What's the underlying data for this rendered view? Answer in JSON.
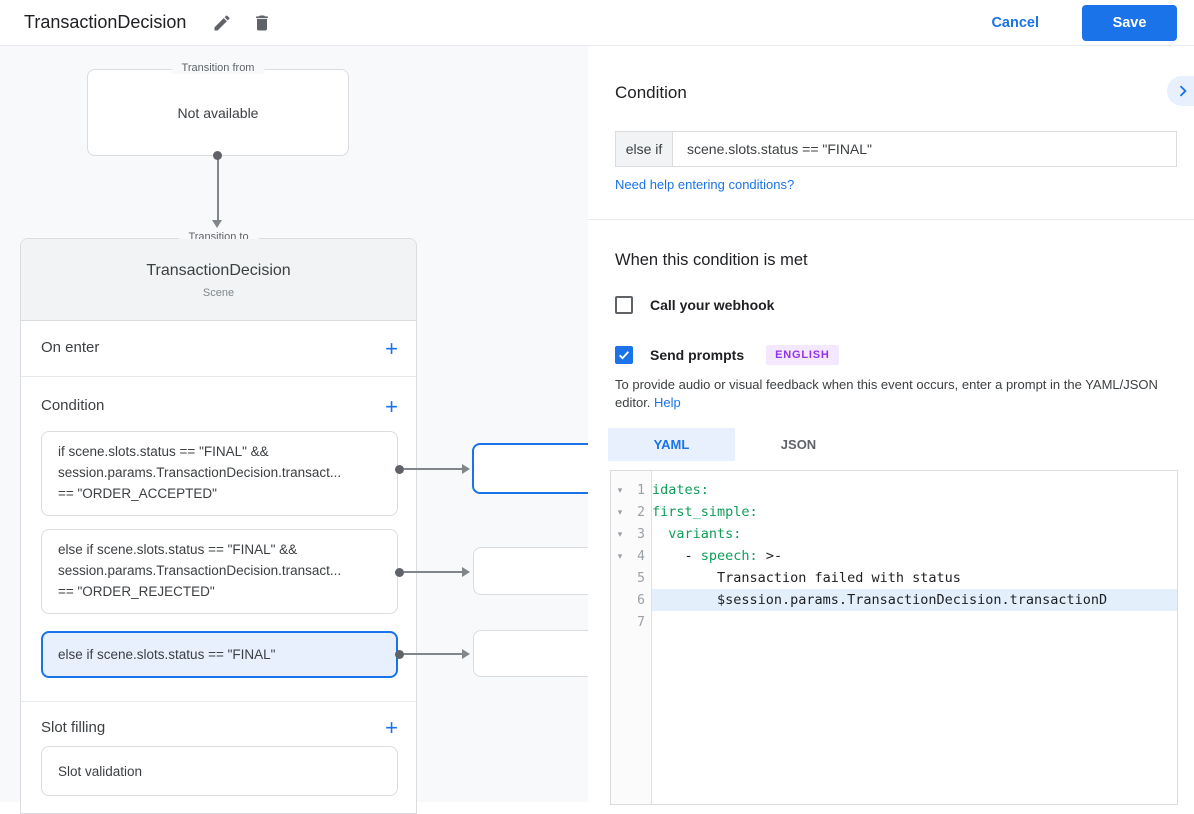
{
  "header": {
    "title": "TransactionDecision",
    "cancel_label": "Cancel",
    "save_label": "Save"
  },
  "diagram": {
    "transition_from": {
      "legend": "Transition from",
      "content": "Not available"
    },
    "transition_to": {
      "legend": "Transition to",
      "title": "TransactionDecision",
      "subtitle": "Scene"
    },
    "on_enter_label": "On enter",
    "condition_label": "Condition",
    "slot_filling_label": "Slot filling",
    "add_label": "+",
    "conditions": [
      {
        "selected": false,
        "lines": [
          "if scene.slots.status == \"FINAL\" &&",
          "session.params.TransactionDecision.transact...",
          "== \"ORDER_ACCEPTED\""
        ]
      },
      {
        "selected": false,
        "lines": [
          "else if scene.slots.status == \"FINAL\" &&",
          "session.params.TransactionDecision.transact...",
          "== \"ORDER_REJECTED\""
        ]
      },
      {
        "selected": true,
        "lines": [
          "else if scene.slots.status == \"FINAL\""
        ]
      }
    ],
    "slot_validation_label": "Slot validation"
  },
  "panel": {
    "title": "Condition",
    "condition_prefix": "else if",
    "condition_value": "scene.slots.status == \"FINAL\"",
    "help_link": "Need help entering conditions?",
    "when_met_title": "When this condition is met",
    "webhook_label": "Call your webhook",
    "send_prompts_label": "Send prompts",
    "language_badge": "ENGLISH",
    "prompt_help_text": "To provide audio or visual feedback when this event occurs, enter a prompt in the YAML/JSON editor.",
    "prompt_help_link": "Help",
    "tabs": [
      {
        "label": "YAML",
        "active": true
      },
      {
        "label": "JSON",
        "active": false
      }
    ],
    "editor": {
      "fold_glyph": "▾",
      "lines": [
        {
          "number": 1,
          "fold": true,
          "highlight": false,
          "segments": [
            {
              "type": "key",
              "text": "idates:"
            }
          ]
        },
        {
          "number": 2,
          "fold": true,
          "highlight": false,
          "segments": [
            {
              "type": "key",
              "text": "first_simple:"
            }
          ]
        },
        {
          "number": 3,
          "fold": true,
          "highlight": false,
          "segments": [
            {
              "type": "key",
              "text": "  variants:"
            }
          ]
        },
        {
          "number": 4,
          "fold": true,
          "highlight": false,
          "segments": [
            {
              "type": "plain",
              "text": "    - "
            },
            {
              "type": "key",
              "text": "speech:"
            },
            {
              "type": "plain",
              "text": " >-"
            }
          ]
        },
        {
          "number": 5,
          "fold": false,
          "highlight": false,
          "segments": [
            {
              "type": "plain",
              "text": "        Transaction failed with status"
            }
          ]
        },
        {
          "number": 6,
          "fold": false,
          "highlight": true,
          "segments": [
            {
              "type": "plain",
              "text": "        $session.params.TransactionDecision.transactionD"
            }
          ]
        },
        {
          "number": 7,
          "fold": false,
          "highlight": false,
          "segments": []
        }
      ]
    }
  },
  "icons": {
    "edit": "pencil-icon",
    "delete": "trash-icon",
    "collapse": "chevron-right-icon",
    "checkmark": "✓"
  },
  "colors": {
    "accent_blue": "#1a73e8",
    "selected_bg": "#e8f0fe",
    "code_green": "#0f9d58",
    "badge_purple": "#9334e6",
    "badge_bg": "#f3e8fd",
    "line_highlight": "#e3f0fc",
    "canvas_gray": "#f8f9fa"
  }
}
